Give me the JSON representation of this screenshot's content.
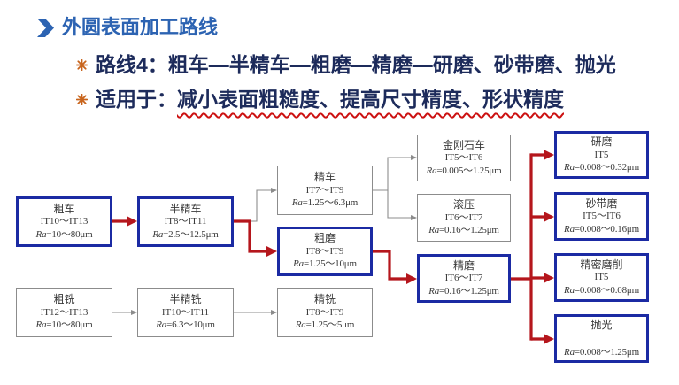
{
  "slide": {
    "title": "外圆表面加工路线",
    "lines": [
      {
        "text": "路线4：粗车—半精车—粗磨—精磨—研磨、砂带磨、抛光"
      },
      {
        "label": "适用于：",
        "text": "减小表面粗糙度、提高尺寸精度、形状精度"
      }
    ]
  },
  "icons": {
    "title_bullet": "chevron-right-icon",
    "list_bullet": "star-bullet-icon"
  },
  "colors": {
    "title": "#2c63b2",
    "text": "#1d2b5b",
    "bullet": "#c8641c",
    "annotation": "#cc1111",
    "route_border": "#1b2aa3",
    "other_border": "#8c8c8c",
    "route_arrow": "#b5161c",
    "other_arrow": "#8c8c8c"
  },
  "diagram": {
    "boxes": [
      {
        "name": "粗车",
        "it": "IT10～IT13",
        "ra": "Ra=10～80μm",
        "on_route": true
      },
      {
        "name": "半精车",
        "it": "IT8～IT11",
        "ra": "Ra=2.5～12.5μm",
        "on_route": true
      },
      {
        "name": "精车",
        "it": "IT7～IT9",
        "ra": "Ra=1.25～6.3μm",
        "on_route": false
      },
      {
        "name": "粗磨",
        "it": "IT8～IT9",
        "ra": "Ra=1.25～10μm",
        "on_route": true
      },
      {
        "name": "金刚石车",
        "it": "IT5～IT6",
        "ra": "Ra=0.005～1.25μm",
        "on_route": false
      },
      {
        "name": "滚压",
        "it": "IT6～IT7",
        "ra": "Ra=0.16～1.25μm",
        "on_route": false
      },
      {
        "name": "精磨",
        "it": "IT6～IT7",
        "ra": "Ra=0.16～1.25μm",
        "on_route": true
      },
      {
        "name": "研磨",
        "it": "IT5",
        "ra": "Ra=0.008～0.32μm",
        "on_route": true
      },
      {
        "name": "砂带磨",
        "it": "IT5～IT6",
        "ra": "Ra=0.008～0.16μm",
        "on_route": true
      },
      {
        "name": "精密磨削",
        "it": "IT5",
        "ra": "Ra=0.008～0.08μm",
        "on_route": true
      },
      {
        "name": "抛光",
        "ra": "Ra=0.008～1.25μm",
        "on_route": true
      },
      {
        "name": "粗铣",
        "it": "IT12～IT13",
        "ra": "Ra=10～80μm",
        "on_route": false
      },
      {
        "name": "半精铣",
        "it": "IT10～IT11",
        "ra": "Ra=6.3～10μm",
        "on_route": false
      },
      {
        "name": "精铣",
        "it": "IT8～IT9",
        "ra": "Ra=1.25～5μm",
        "on_route": false
      }
    ]
  }
}
